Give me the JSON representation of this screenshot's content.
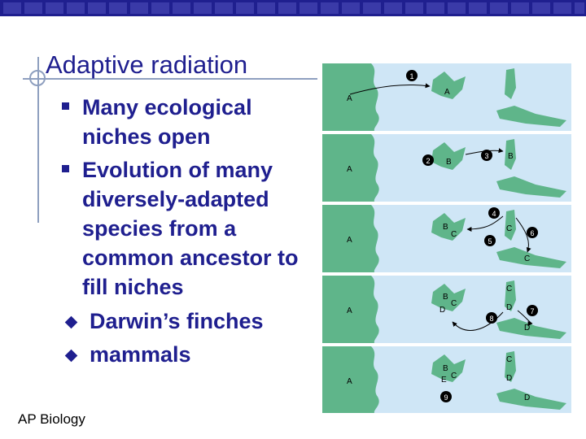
{
  "title": "Adaptive radiation",
  "bullets": [
    "Many ecological niches open",
    "Evolution of many diversely-adapted species from a common ancestor to fill niches"
  ],
  "sub_bullets": [
    "Darwin’s finches",
    "mammals"
  ],
  "footer": "AP Biology",
  "colors": {
    "brand": "#1f1f8f",
    "water": "#cfe6f6",
    "mainland": "#5fb58a",
    "island": "#5fb58a"
  },
  "figure": {
    "numbers": [
      "1",
      "2",
      "3",
      "4",
      "5",
      "6",
      "7",
      "8",
      "9"
    ],
    "panels": [
      {
        "mainland": "A",
        "labels": [
          "A"
        ]
      },
      {
        "mainland": "A",
        "labels": [
          "B",
          "B"
        ]
      },
      {
        "mainland": "A",
        "labels": [
          "B",
          "C",
          "C",
          "C"
        ]
      },
      {
        "mainland": "A",
        "labels": [
          "B",
          "C",
          "D",
          "C",
          "D",
          "D"
        ]
      },
      {
        "mainland": "A",
        "labels": [
          "B",
          "E",
          "C",
          "C",
          "D",
          "D"
        ]
      }
    ]
  }
}
